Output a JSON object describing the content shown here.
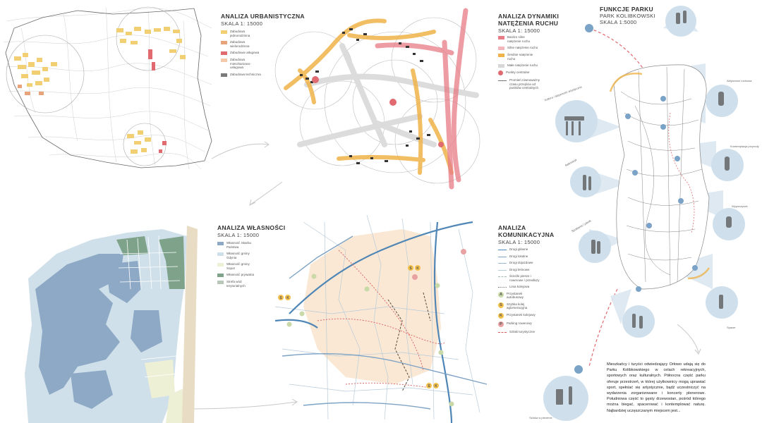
{
  "panels": {
    "urban": {
      "title": "ANALIZA URBANISTYCZNA",
      "scale": "SKALA 1: 15000",
      "legend": [
        {
          "label": "Zabudowa jednorodzinna",
          "color": "#f2cf72"
        },
        {
          "label": "Zabudowa wielorodzinna",
          "color": "#e8a37a"
        },
        {
          "label": "Zabudowa usługowa",
          "color": "#e06a70"
        },
        {
          "label": "Zabudowa mieszkaniowo-usługowa",
          "color": "#f4c8a8"
        },
        {
          "label": "Zabudowa techniczna",
          "color": "#7a7a7a"
        }
      ]
    },
    "traffic": {
      "title_line1": "ANALIZA DYNAMIKI",
      "title_line2": "NATĘŻENIA RUCHU",
      "scale": "SKALA 1: 15000",
      "legend": [
        {
          "label": "Bardzo silne natężenie ruchu",
          "color": "#e77b86",
          "kind": "sw"
        },
        {
          "label": "Silne natężenie ruchu",
          "color": "#f2b6bb",
          "kind": "sw"
        },
        {
          "label": "Średnie natężenie ruchu",
          "color": "#f0b34a",
          "kind": "sw"
        },
        {
          "label": "Małe natężenie ruchu",
          "color": "#d7d7d7",
          "kind": "sw"
        },
        {
          "label": "Punkty centralne",
          "color": "#e06a70",
          "kind": "dot"
        },
        {
          "label": "Promień równoważny czasu przejścia od punktów centralnych",
          "color": "#777777",
          "kind": "line"
        }
      ]
    },
    "ownership": {
      "title": "ANALIZA WŁASNOŚCI",
      "scale": "SKALA 1: 15000",
      "legend": [
        {
          "label": "Własność Skarbu Państwa",
          "color": "#8ea9c6"
        },
        {
          "label": "Własność gminy Gdynia",
          "color": "#cfe0ea"
        },
        {
          "label": "Własność gminy Sopot",
          "color": "#eef0d6"
        },
        {
          "label": "Własność prywatna",
          "color": "#7ea38a"
        },
        {
          "label": "Strefa wód terytorialnych",
          "color": "#b9c7b9"
        }
      ]
    },
    "communication": {
      "title_line1": "ANALIZA",
      "title_line2": "KOMUNIKACYJNA",
      "scale": "SKALA 1: 15000",
      "legend": [
        {
          "label": "Drogi główne",
          "kind": "line",
          "color": "#4f86b5"
        },
        {
          "label": "Drogi lokalne",
          "kind": "line",
          "color": "#7ea3c4"
        },
        {
          "label": "Drogi dojazdowe",
          "kind": "line",
          "color": "#9ab7cf"
        },
        {
          "label": "Drogi leśnowe",
          "kind": "line",
          "color": "#b8cbd9"
        },
        {
          "label": "Ścieżki piesze i rowerowe / przedłuży",
          "kind": "line",
          "color": "#9fb7b0"
        },
        {
          "label": "Linia kolejowa",
          "kind": "line",
          "color": "#777777"
        },
        {
          "label": "Przystanek autobusowy",
          "kind": "sym",
          "sym": "A",
          "color": "#c9d9a8"
        },
        {
          "label": "Szybka kolej aglomeracyjna",
          "kind": "sym",
          "sym": "S",
          "color": "#f4c14c"
        },
        {
          "label": "Przystanek kolejowy",
          "kind": "sym",
          "sym": "K",
          "color": "#f4c14c"
        },
        {
          "label": "Parking rowerowy",
          "kind": "sym",
          "sym": "P",
          "color": "#e9a2a2"
        },
        {
          "label": "Szlaki turystyczne",
          "kind": "line",
          "color": "#d95c5c"
        }
      ]
    },
    "park": {
      "title": "FUNKCJE PARKU",
      "subtitle": "PARK KOLIBKOWSKI",
      "scale": "SKALA 1:5000",
      "functions": [
        "Kultura / aktywność artystyczna",
        "Aktywność ruchowa",
        "Kontemplacja przyrody",
        "Rekreacja",
        "Wypoczynek",
        "Spotkania / piknik",
        "Spacer",
        "Sztuka w plenerze"
      ],
      "text": "Mieszkańcy i turyści odwiedzający Orłowo udają się do Parku Kolibkowskiego w celach rekreacyjnych, sportowych oraz kulturalnych. Północna część parku oferuje przestrzeń, w której użytkownicy mogą uprawiać sport, spełniać się artystycznie, bądź uczestniczyć na wydarzenia zorganizowane i koncerty plenerowe. Południowa część to gęsty drzewostan, pośród którego można biegać, spacerować i kontemplować naturę. Najbardziej uczęszczanym miejscem jest..."
    }
  }
}
